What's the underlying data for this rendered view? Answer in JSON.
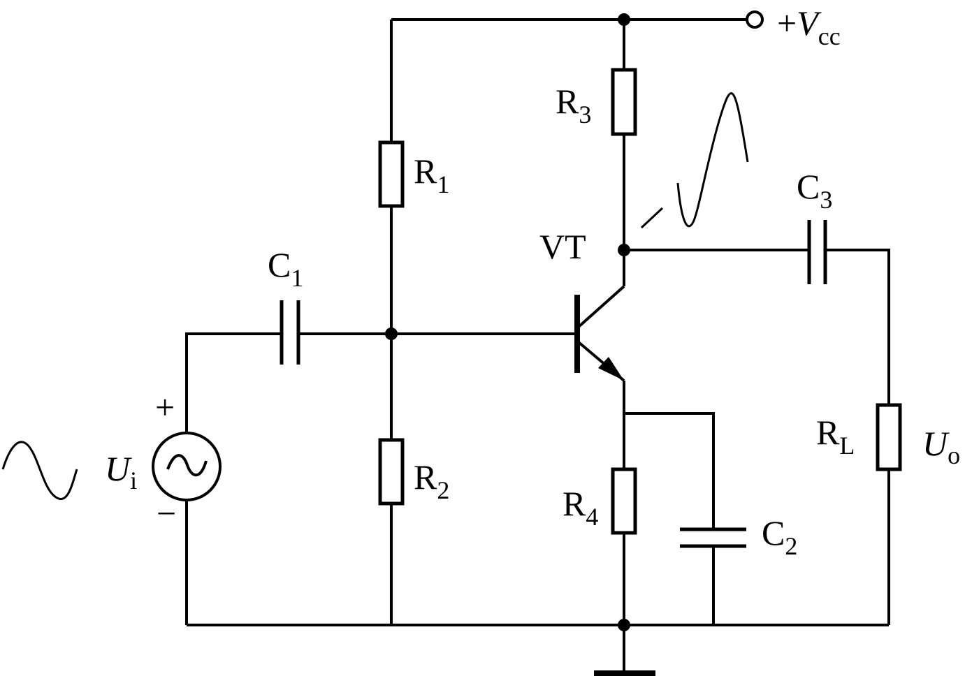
{
  "labels": {
    "vcc_prefix": "+",
    "vcc_var": "V",
    "vcc_sub": "cc",
    "r1": "R",
    "r1_sub": "1",
    "r2": "R",
    "r2_sub": "2",
    "r3": "R",
    "r3_sub": "3",
    "r4": "R",
    "r4_sub": "4",
    "rl": "R",
    "rl_sub": "L",
    "c1": "C",
    "c1_sub": "1",
    "c2": "C",
    "c2_sub": "2",
    "c3": "C",
    "c3_sub": "3",
    "vt": "VT",
    "ui": "U",
    "ui_sub": "i",
    "uo": "U",
    "uo_sub": "o",
    "plus": "+",
    "minus": "−"
  }
}
